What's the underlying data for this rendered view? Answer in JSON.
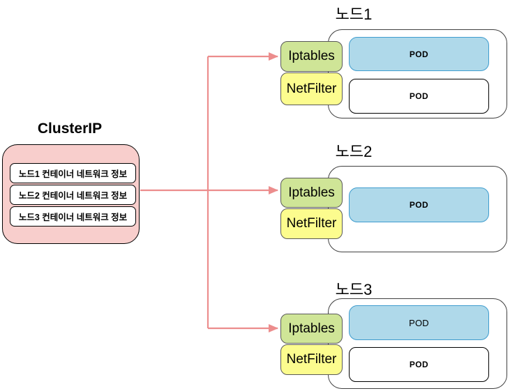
{
  "cluster": {
    "title": "ClusterIP",
    "entries": [
      "노드1 컨테이너 네트워크 정보",
      "노드2 컨테이너 네트워크 정보",
      "노드3 컨테이너 네트워크 정보"
    ]
  },
  "nodes": [
    {
      "title": "노드1",
      "iptables": "Iptables",
      "netfilter": "NetFilter",
      "pods": [
        {
          "label": "POD"
        },
        {
          "label": "POD"
        }
      ]
    },
    {
      "title": "노드2",
      "iptables": "Iptables",
      "netfilter": "NetFilter",
      "pods": [
        {
          "label": "POD"
        }
      ]
    },
    {
      "title": "노드3",
      "iptables": "Iptables",
      "netfilter": "NetFilter",
      "pods": [
        {
          "label": "POD"
        },
        {
          "label": "POD"
        }
      ]
    }
  ],
  "colors": {
    "cluster_fill": "#F8CECC",
    "iptables_fill": "#CFE597",
    "netfilter_fill": "#FCFC8E",
    "pod_blue_fill": "#AFD9EA",
    "pod_blue_border": "#3E9CCE",
    "arrow": "#EC8D8D"
  }
}
